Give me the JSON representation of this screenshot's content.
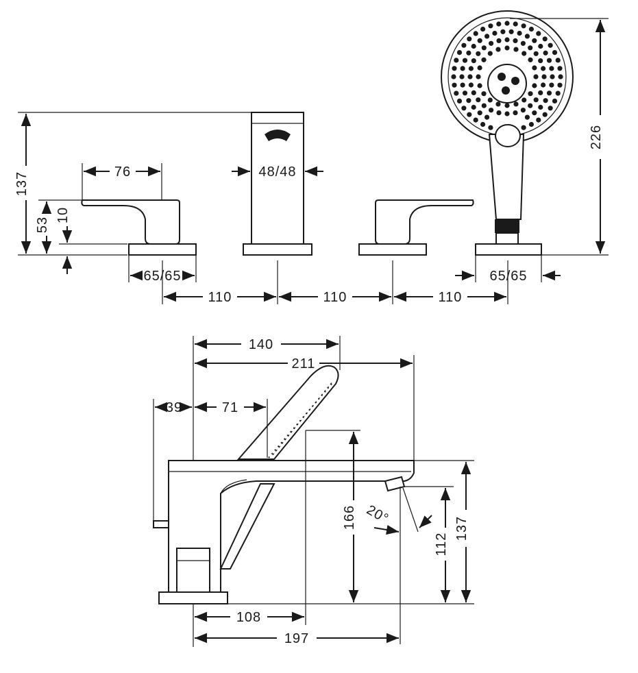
{
  "top_view": {
    "dims": {
      "overall_height": "137",
      "base_height": "53",
      "plate_thickness": "10",
      "handle_depth": "76",
      "spout_width": "48/48",
      "left_plate": "65/65",
      "right_plate": "65/65",
      "spacing_1": "110",
      "spacing_2": "110",
      "spacing_3": "110",
      "shower_height": "226"
    }
  },
  "side_view": {
    "dims": {
      "shower_reach": "140",
      "spout_reach": "211",
      "lever_offset": "39",
      "shower_offset": "71",
      "shower_top": "166",
      "spout_angle": "20°",
      "spout_outlet_height": "112",
      "body_height": "137",
      "center_to_shower": "108",
      "center_to_outlet": "197"
    }
  },
  "colors": {
    "line": "#1a1a1a",
    "background": "#ffffff"
  }
}
